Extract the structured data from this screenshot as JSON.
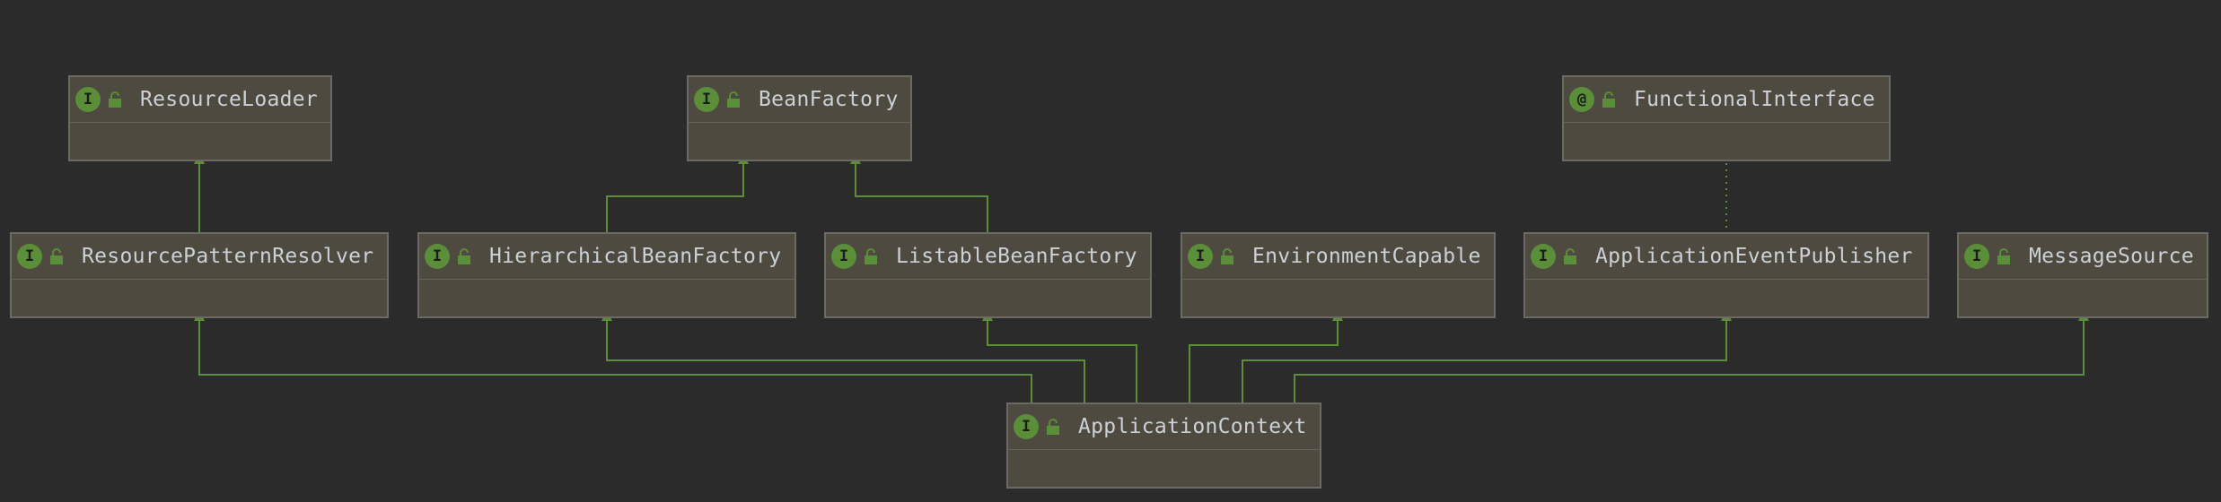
{
  "diagram": {
    "colors": {
      "background": "#2b2b2b",
      "node_fill": "#4e4a3f",
      "node_border": "#6c6a63",
      "edge": "#5b8e38",
      "badge": "#5b8e38",
      "text": "#cbd1d7"
    },
    "nodes": {
      "resource_loader": {
        "name": "ResourceLoader",
        "badge": "I",
        "kind": "interface",
        "icon": "unlocked-icon"
      },
      "bean_factory": {
        "name": "BeanFactory",
        "badge": "I",
        "kind": "interface",
        "icon": "unlocked-icon"
      },
      "functional_interface": {
        "name": "FunctionalInterface",
        "badge": "@",
        "kind": "annotation",
        "icon": "unlocked-icon"
      },
      "resource_pattern_resolver": {
        "name": "ResourcePatternResolver",
        "badge": "I",
        "kind": "interface",
        "icon": "unlocked-icon"
      },
      "hierarchical_bean_factory": {
        "name": "HierarchicalBeanFactory",
        "badge": "I",
        "kind": "interface",
        "icon": "unlocked-icon"
      },
      "listable_bean_factory": {
        "name": "ListableBeanFactory",
        "badge": "I",
        "kind": "interface",
        "icon": "unlocked-icon"
      },
      "environment_capable": {
        "name": "EnvironmentCapable",
        "badge": "I",
        "kind": "interface",
        "icon": "unlocked-icon"
      },
      "application_event_publisher": {
        "name": "ApplicationEventPublisher",
        "badge": "I",
        "kind": "interface",
        "icon": "unlocked-icon"
      },
      "message_source": {
        "name": "MessageSource",
        "badge": "I",
        "kind": "interface",
        "icon": "unlocked-icon"
      },
      "application_context": {
        "name": "ApplicationContext",
        "badge": "I",
        "kind": "interface",
        "icon": "unlocked-icon"
      }
    },
    "edges": [
      {
        "from": "resource_pattern_resolver",
        "to": "resource_loader",
        "type": "extends"
      },
      {
        "from": "hierarchical_bean_factory",
        "to": "bean_factory",
        "type": "extends"
      },
      {
        "from": "listable_bean_factory",
        "to": "bean_factory",
        "type": "extends"
      },
      {
        "from": "application_event_publisher",
        "to": "functional_interface",
        "type": "annotated-by"
      },
      {
        "from": "application_context",
        "to": "resource_pattern_resolver",
        "type": "extends"
      },
      {
        "from": "application_context",
        "to": "hierarchical_bean_factory",
        "type": "extends"
      },
      {
        "from": "application_context",
        "to": "listable_bean_factory",
        "type": "extends"
      },
      {
        "from": "application_context",
        "to": "environment_capable",
        "type": "extends"
      },
      {
        "from": "application_context",
        "to": "application_event_publisher",
        "type": "extends"
      },
      {
        "from": "application_context",
        "to": "message_source",
        "type": "extends"
      }
    ]
  }
}
